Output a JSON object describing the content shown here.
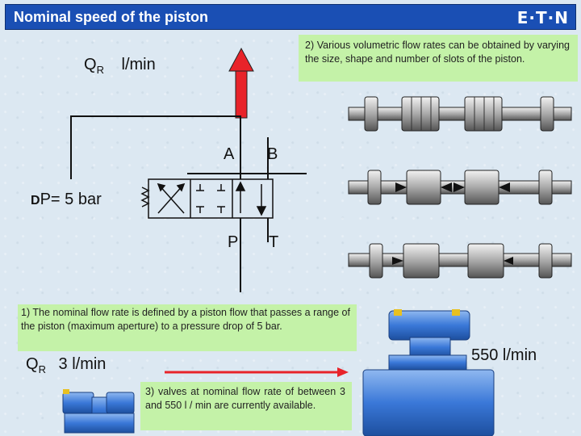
{
  "header": {
    "title": "Nominal speed of the piston",
    "logo": "E·T·N"
  },
  "notes": {
    "note2": "2) Various volumetric flow rates can be obtained by varying the size, shape and number of slots of the piston.",
    "note1": "1) The nominal flow rate is defined by a piston flow that passes a range of the piston (maximum aperture) to a pressure drop of 5 bar.",
    "note3": "3) valves at nominal flow rate of between 3 and 550 l / min are currently available."
  },
  "labels": {
    "qr_top_q": "Q",
    "qr_top_sub": "R",
    "qr_top_unit": "l/min",
    "dp": "P= 5 bar",
    "dp_symbol": "D",
    "port_a": "A",
    "port_b": "B",
    "port_p": "P",
    "port_t": "T",
    "qr_bottom_q": "Q",
    "qr_bottom_sub": "R",
    "qr_bottom_value": "3 l/min",
    "flow_550": "550 l/min"
  },
  "colors": {
    "title_bg": "#1a4fb4",
    "note_bg": "#c4f2a8",
    "arrow_red": "#e8232a",
    "valve_blue": "#3a78d8"
  }
}
